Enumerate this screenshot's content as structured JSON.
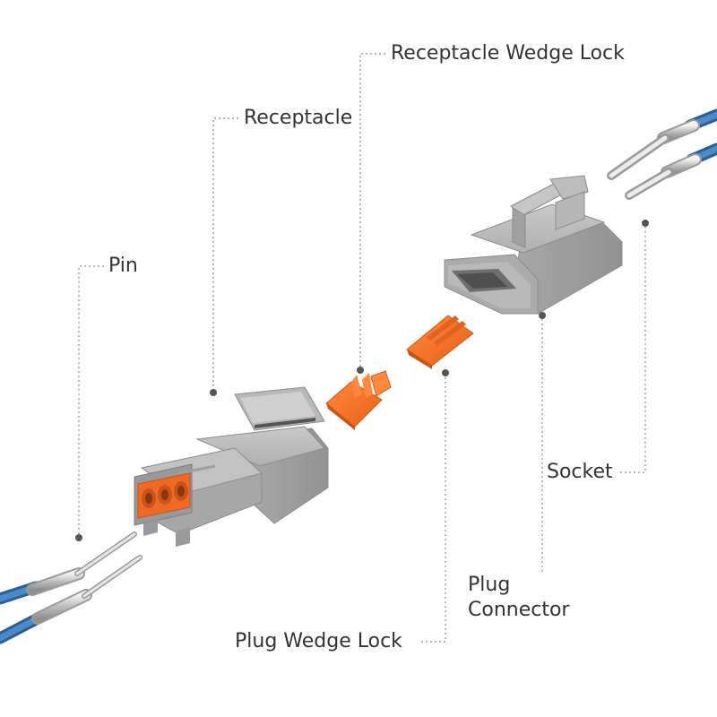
{
  "labels": {
    "receptacle_wedge_lock": "Receptacle Wedge Lock",
    "receptacle": "Receptacle",
    "pin": "Pin",
    "socket": "Socket",
    "plug_connector_line1": "Plug",
    "plug_connector_line2": "Connector",
    "plug_wedge_lock": "Plug Wedge Lock"
  },
  "colors": {
    "housing_gray": "#a3a3a3",
    "housing_light": "#c4c4c4",
    "housing_dark": "#8c8c8c",
    "wedge_orange": "#f26b22",
    "wedge_orange_dark": "#d4561a",
    "wire_blue": "#3d7bb8",
    "wire_blue_dark": "#2b5f93",
    "terminal_silver": "#d8d8d8",
    "leader_line": "#8a8a8a",
    "label_text": "#333333"
  },
  "icons": {
    "receptacle": "receptacle-housing-icon",
    "plug": "plug-housing-icon",
    "receptacle_wedge": "receptacle-wedge-lock-icon",
    "plug_wedge": "plug-wedge-lock-icon",
    "pins": "pin-terminal-icon",
    "sockets": "socket-terminal-icon"
  }
}
